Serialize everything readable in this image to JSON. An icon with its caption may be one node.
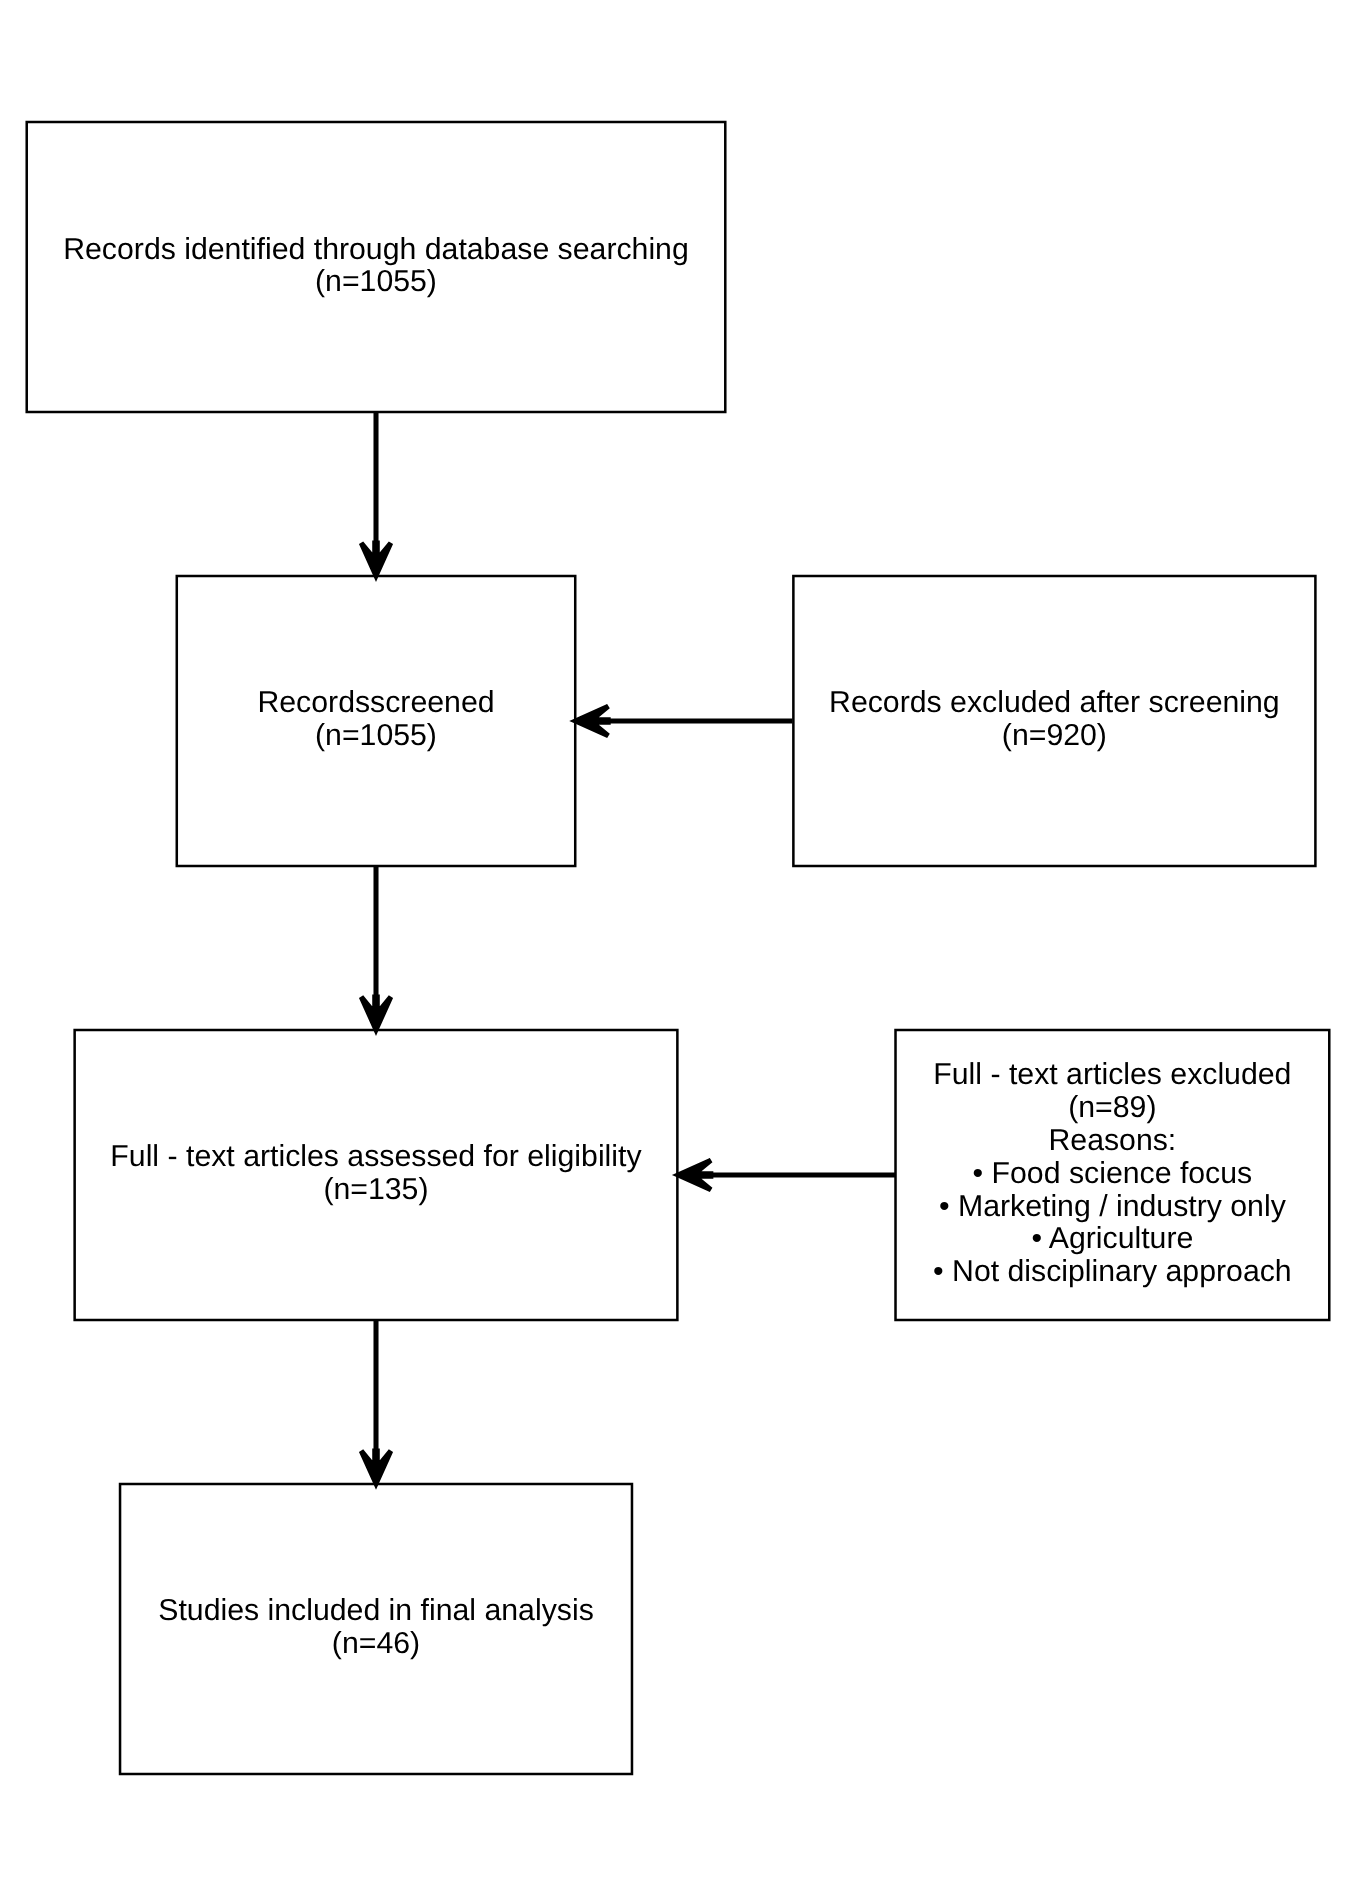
{
  "diagram": {
    "nodes": [
      {
        "text": [
          "Records identified through database searching",
          "(n=1055)"
        ]
      },
      {
        "text": [
          "Recordsscreened",
          "(n=1055)"
        ]
      },
      {
        "text": [
          "Records excluded after screening",
          "(n=920)"
        ]
      },
      {
        "text": [
          "Full - text articles assessed for eligibility",
          "(n=135)"
        ]
      },
      {
        "text": [
          "Full - text articles excluded",
          "(n=89)",
          "Reasons:",
          "• Food science focus",
          "• Marketing / industry only",
          "• Agriculture",
          "• Not disciplinary approach"
        ]
      },
      {
        "text": [
          "Studies included in final analysis",
          "(n=46)"
        ]
      }
    ],
    "edges": [
      {
        "from": 0,
        "to": 1,
        "arrow": "to"
      },
      {
        "from": 2,
        "to": 1,
        "arrow": "to"
      },
      {
        "from": 1,
        "to": 3,
        "arrow": "to"
      },
      {
        "from": 4,
        "to": 3,
        "arrow": "to"
      },
      {
        "from": 3,
        "to": 5,
        "arrow": "to"
      }
    ]
  }
}
